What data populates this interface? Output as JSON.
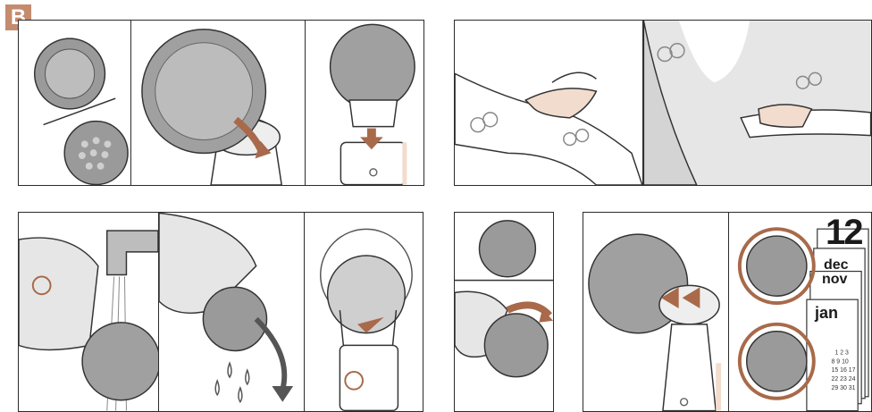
{
  "section_label": "B",
  "calendar": {
    "day": "12",
    "months": [
      "dec",
      "nov",
      "jan"
    ]
  },
  "icons": {
    "power": "power-icon",
    "arrow": "rotation-arrow-icon"
  },
  "colors": {
    "badge": "#c48b6e",
    "accent_brown": "#a86a4a",
    "outline": "#2b2b2b",
    "brush_gray": "#8f8f8f",
    "skin": "#f2dccd"
  }
}
